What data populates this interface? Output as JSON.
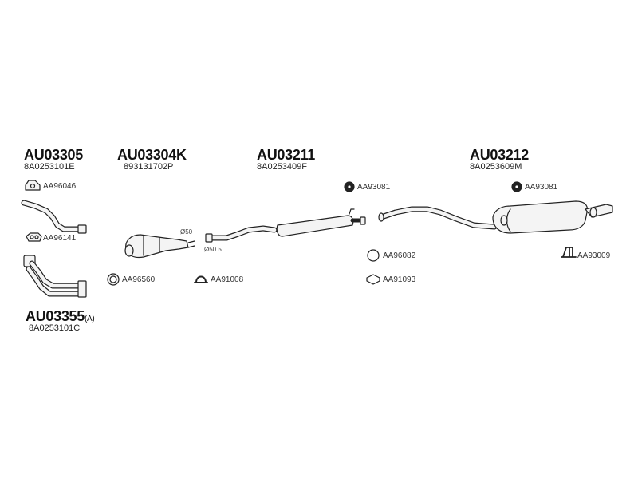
{
  "assemblies": {
    "front_pipe": {
      "part_number": "AU03305",
      "oem_number": "8A0253101E"
    },
    "front_pipe_alt": {
      "part_number": "AU03355",
      "variant": "(A)",
      "oem_number": "8A0253101C"
    },
    "catalytic_converter": {
      "part_number": "AU03304K",
      "oem_number": "893131702P"
    },
    "middle_silencer": {
      "part_number": "AU03211",
      "oem_number": "8A0253409F"
    },
    "rear_silencer": {
      "part_number": "AU03212",
      "oem_number": "8A0253609M"
    }
  },
  "accessories": {
    "flange_gasket": "AA96046",
    "gasket_small": "AA96141",
    "ring_gasket": "AA96560",
    "clamp_a": "AA91008",
    "mount_rubber_mid": "AA93081",
    "ring_mid": "AA96082",
    "clamp_mid": "AA91093",
    "mount_rubber_rear": "AA93081",
    "bracket_rear": "AA93009"
  },
  "dimensions": {
    "diameter_a": "Ø50",
    "diameter_b": "Ø50.5"
  },
  "colors": {
    "line": "#222222",
    "pipe_fill": "#f4f4f4",
    "text": "#111111"
  },
  "icons": [
    "gasket-icon",
    "ring-icon",
    "clamp-icon",
    "rubber-mount-icon",
    "bracket-icon"
  ]
}
